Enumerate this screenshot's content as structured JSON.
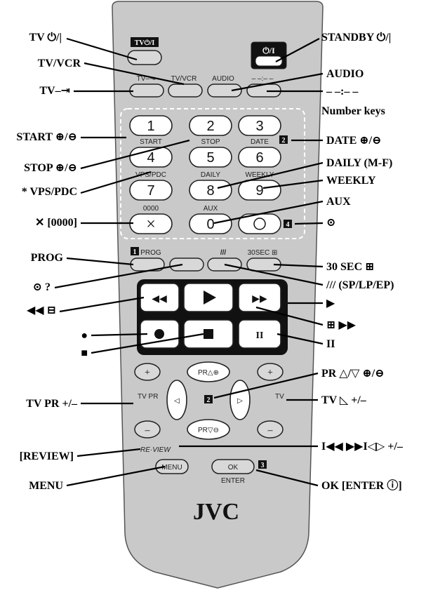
{
  "labels": {
    "tv_power": "TV ⏻/|",
    "tv_vcr": "TV/VCR",
    "tv_input": "TV–⇥",
    "start": "START ⊕/⊖",
    "stop": "STOP ⊕/⊖",
    "vps_pdc": "* VPS/PDC",
    "cancel": "✕ [0000]",
    "prog": "PROG",
    "timer_check": "⊙ ?",
    "rew": "◀◀ ⊟",
    "rec": "●",
    "stop_sq": "■",
    "tv_pr": "TV PR +/–",
    "review": "[REVIEW]",
    "menu": "MENU",
    "standby": "STANDBY ⏻/|",
    "audio": "AUDIO",
    "dashes": "– –:– –",
    "number_keys": "Number keys",
    "date": "DATE ⊕/⊖",
    "daily": "DAILY (M-F)",
    "weekly": "WEEKLY",
    "aux": "AUX",
    "timer": "⊙",
    "sec30": "30 SEC ⊞",
    "speed": "/// (SP/LP/EP)",
    "play": "▶",
    "ff": "⊞ ▶▶",
    "pause": "II",
    "pr_updown": "PR △/▽ ⊕/⊖",
    "tv_vol": "TV ◺ +/–",
    "skip": "I◀◀ ▶▶I◁▷ +/–",
    "ok_enter": "OK [ENTER ⓘ]"
  },
  "remote": {
    "tv_power_key": "TV⏻/I",
    "standby_key": "⏻/I",
    "tv_input_key": "TV–⇥",
    "tv_vcr_key": "TV/VCR",
    "audio_key": "AUDIO",
    "dashes_key": "– –:– –",
    "keys": [
      "1",
      "2",
      "3",
      "4",
      "5",
      "6",
      "7",
      "8",
      "9",
      "0"
    ],
    "start_key": "START",
    "stop_key": "STOP",
    "date_key": "DATE",
    "vps_key": "VPS/PDC",
    "daily_key": "DAILY",
    "weekly_key": "WEEKLY",
    "zero_text": "0000",
    "aux_key": "AUX",
    "prog_key": "PROG",
    "sec30_key": "30SEC ⊞",
    "speed_key": "///",
    "tv_pr_key": "TV PR",
    "tv_vol_key": "TV",
    "pr_up": "PR△⊕",
    "pr_down": "PR▽⊖",
    "review_key": "RE·VIEW",
    "menu_key": "MENU",
    "ok_key": "OK",
    "enter_key": "ENTER",
    "brand": "JVC",
    "badge1": "1",
    "badge2": "2",
    "badge3": "3",
    "badge4": "4"
  }
}
